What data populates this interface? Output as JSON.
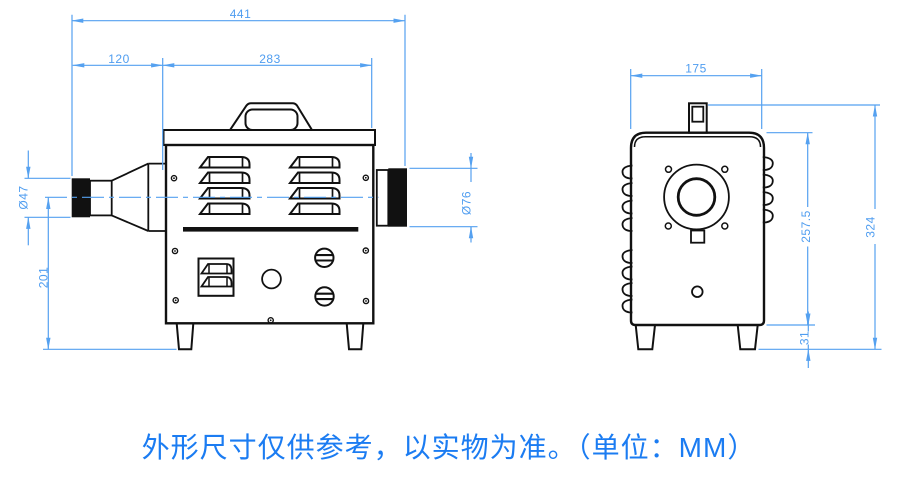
{
  "drawing": {
    "caption": "外形尺寸仅供参考，以实物为准。（单位：MM）",
    "unit": "MM",
    "dimensions": {
      "overall_length": "441",
      "nozzle_section_length": "120",
      "body_length": "283",
      "nozzle_diameter": "Ø47",
      "outlet_diameter": "Ø76",
      "centerline_height": "201",
      "front_width": "175",
      "body_height": "257.5",
      "overall_height": "324",
      "foot_height": "31"
    },
    "colors": {
      "dimension_line": "#55a1f0",
      "caption_text": "#1b7cf2",
      "drawing_line": "#111111"
    }
  }
}
